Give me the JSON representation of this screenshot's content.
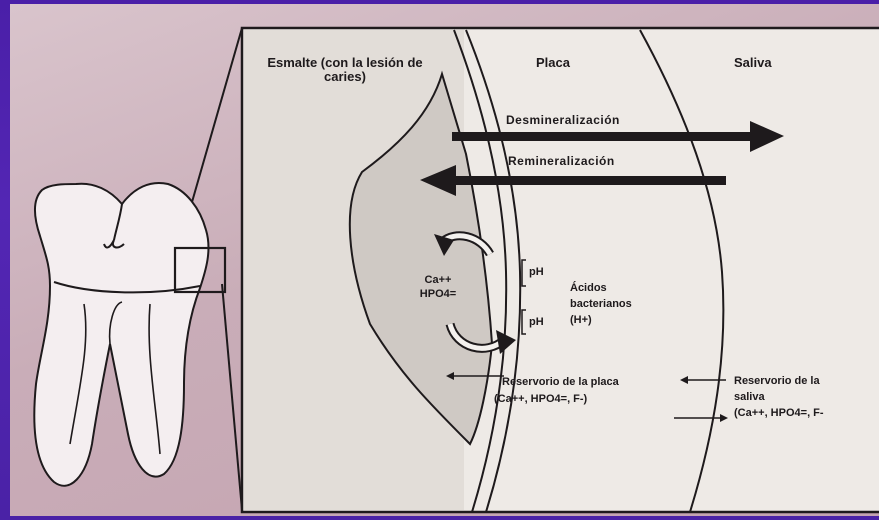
{
  "zones": {
    "enamel": "Esmalte (con la lesión de caries)",
    "plaque": "Placa",
    "saliva": "Saliva"
  },
  "flows": {
    "demineralization": "Desmineralización",
    "remineralization": "Remineralización"
  },
  "ions": {
    "line1": "Ca++",
    "line2": "HPO4="
  },
  "ph": {
    "top": "pH",
    "bottom": "pH"
  },
  "acids": {
    "line1": "Ácidos",
    "line2": "bacterianos",
    "line3": "(H+)"
  },
  "plaque_reservoir": {
    "line1": "Reservorio de la placa",
    "line2": "(Ca++, HPO4=, F-)"
  },
  "saliva_reservoir": {
    "line1": "Reservorio de la",
    "line2": "saliva",
    "line3": "(Ca++, HPO4=, F-"
  },
  "colors": {
    "background": "#4a22a6",
    "slide": "#cdb2bd",
    "panel": "#eeeae6",
    "ink": "#1e1a1c"
  }
}
